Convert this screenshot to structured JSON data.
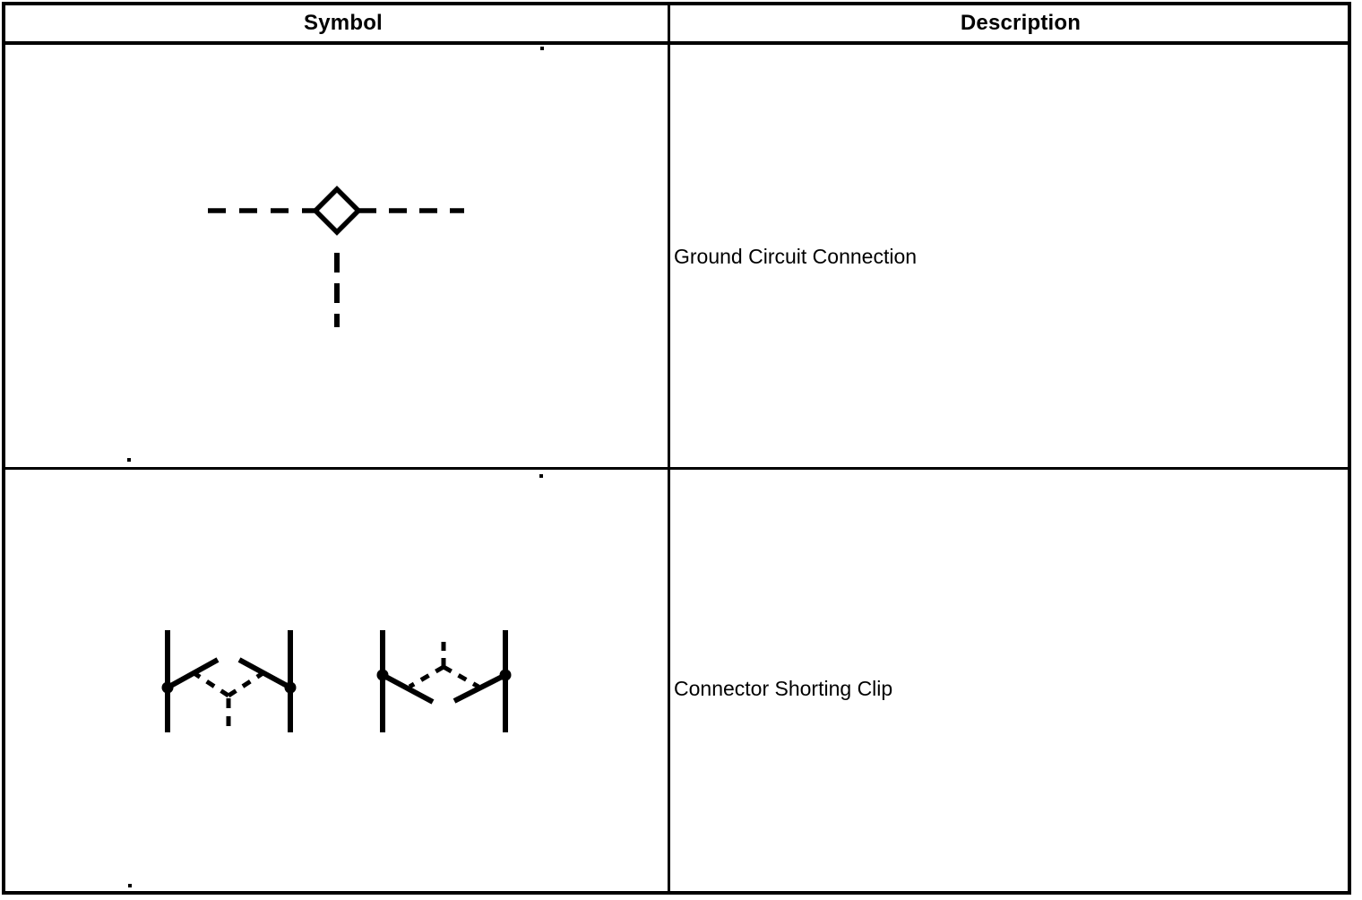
{
  "theme": {
    "background": "#ffffff",
    "ink": "#000000"
  },
  "table": {
    "columns": [
      {
        "label": "Symbol"
      },
      {
        "label": "Description"
      }
    ],
    "rows": [
      {
        "symbol_icon": "ground-circuit-connection-symbol",
        "description": "Ground Circuit Connection"
      },
      {
        "symbol_icon": "connector-shorting-clip-symbol",
        "description": "Connector Shorting Clip"
      }
    ]
  }
}
